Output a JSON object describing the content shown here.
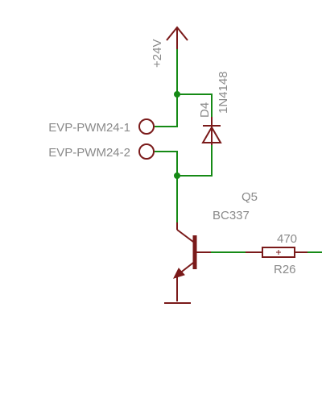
{
  "power": {
    "label": "+24V"
  },
  "connectors": [
    {
      "label": "EVP-PWM24-1"
    },
    {
      "label": "EVP-PWM24-2"
    }
  ],
  "diode": {
    "ref": "D4",
    "value": "1N4148"
  },
  "transistor": {
    "ref": "Q5",
    "value": "BC337"
  },
  "resistor": {
    "value": "470",
    "ref": "R26"
  },
  "colors": {
    "wire": "#168a16",
    "component": "#7a1a1a",
    "label": "#8a8a8a"
  }
}
